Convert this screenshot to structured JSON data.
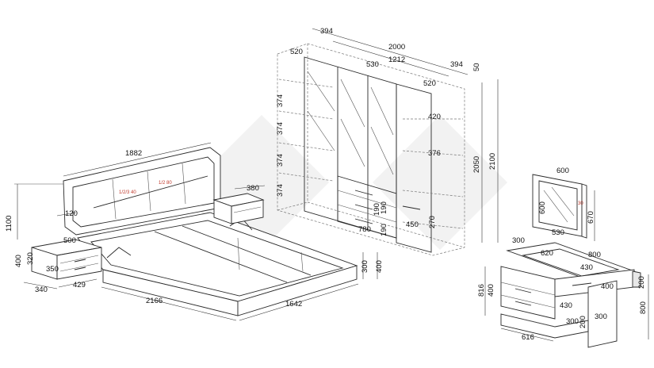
{
  "colors": {
    "line": "#2a2a2a",
    "accent": "#c0392b",
    "watermark": "#f2f2f2"
  },
  "bed": {
    "headboard_width": "1882",
    "headboard_step": "120",
    "overall_height": "1100",
    "length": "2166",
    "width": "1642",
    "side_h1": "300",
    "side_h2": "400",
    "headboard_marks": [
      "1/2/3 40",
      "1/2 80"
    ]
  },
  "nightstand": {
    "top": "380",
    "width": "500",
    "height": "400",
    "drawer": "320",
    "inner": "350",
    "depth": "340",
    "base": "429"
  },
  "wardrobe": {
    "left_section": "394",
    "total_width": "2000",
    "center_width": "1212",
    "right_section": "394",
    "cornice": "50",
    "depth_left": "520",
    "depth_center": "530",
    "depth_right": "520",
    "shelf_gaps": [
      "374",
      "374",
      "374",
      "374"
    ],
    "shelf_right_1": "420",
    "shelf_right_2": "376",
    "drawer_rows": [
      "190",
      "190",
      "190"
    ],
    "drawer_width": "780",
    "side_drawer": "450",
    "side_small": "270",
    "inner_height": "2050",
    "full_height": "2100"
  },
  "mirror": {
    "width": "600",
    "height": "600",
    "frame": "670",
    "depth": "30",
    "bottom": "530"
  },
  "dresser": {
    "top_depth": "300",
    "inner_top": "620",
    "width": "800",
    "drawer_1": "430",
    "drawer_2": "400",
    "drawer_3": "430",
    "shelf_1": "300",
    "shelf_2": "200",
    "shelf_3": "300",
    "height_side": "200",
    "height_full": "800",
    "left_h1": "816",
    "left_h2": "400",
    "base_width": "616"
  }
}
